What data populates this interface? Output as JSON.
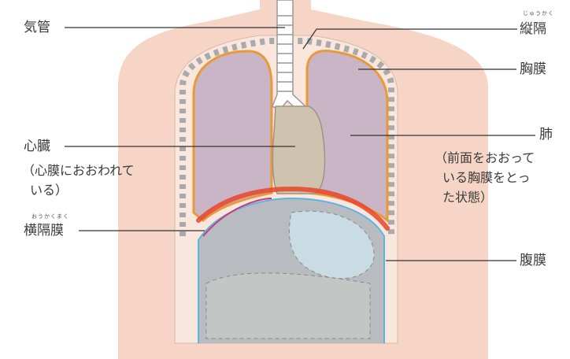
{
  "labels": {
    "trachea": "気管",
    "mediastinum": "縦隔",
    "mediastinum_ruby": "じゅうかく",
    "pleura": "胸膜",
    "lung": "肺",
    "lung_note": [
      "（前面をおおって",
      "いる胸膜をとっ",
      "た状態）"
    ],
    "heart": "心臓",
    "heart_note": [
      "（心膜におおわれて",
      "いる）"
    ],
    "diaphragm": "横隔膜",
    "diaphragm_ruby": "おうかくまく",
    "peritoneum": "腹膜"
  },
  "colors": {
    "skin": "#f6d5c6",
    "torso": "#f9e6dc",
    "lung": "#c9b5c6",
    "pleura": "#e8993a",
    "heart": "#cfc2ae",
    "diaphragm": "#e8452a",
    "abdomen": "#b8bcc0",
    "peritoneum": "#5bb5e0"
  }
}
